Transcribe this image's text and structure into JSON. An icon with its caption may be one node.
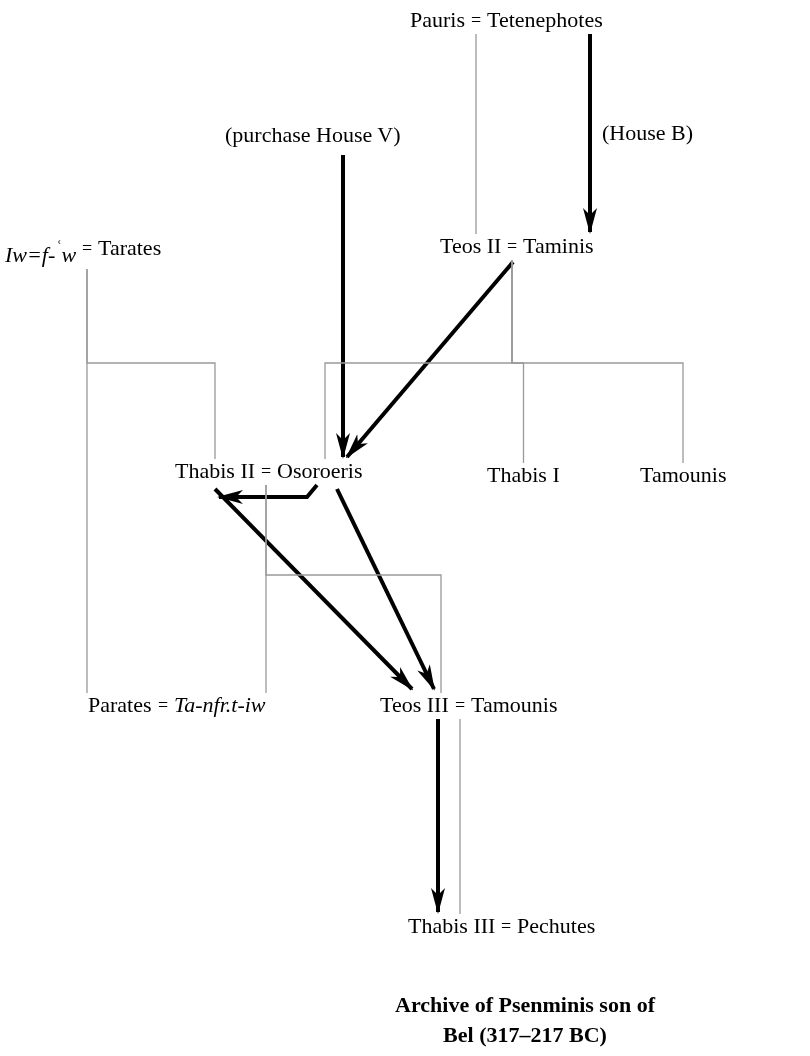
{
  "diagram": {
    "caption": "Archive of Psenminis son of Bel (317–217 BC)",
    "nodes": [
      {
        "text": [
          "Pauris"
        ]
      },
      {
        "text": [
          "Tetenephotes"
        ]
      },
      {
        "text": [
          "(purchase House V)"
        ]
      },
      {
        "text": [
          "Iw=f-$^{ʿ}$w"
        ]
      },
      {
        "text": [
          "Tarates"
        ]
      },
      {
        "text": [
          "Teos II"
        ]
      },
      {
        "text": [
          "Taminis"
        ]
      },
      {
        "text": [
          "Thabis II"
        ]
      },
      {
        "text": [
          "Osoroeris"
        ]
      },
      {
        "text": [
          "Thabis I"
        ]
      },
      {
        "text": [
          "Tamounis"
        ]
      },
      {
        "text": [
          "Parates"
        ]
      },
      {
        "text": [
          "Ta-nfr.t-iw"
        ]
      },
      {
        "text": [
          "Teos III"
        ]
      },
      {
        "text": [
          "Tamounis"
        ]
      },
      {
        "text": [
          "Thabis III"
        ]
      },
      {
        "text": [
          "Pechutes"
        ]
      }
    ],
    "edges": [
      {
        "from": 0,
        "to": 5,
        "arrow": "none"
      },
      {
        "from": 1,
        "to": 6,
        "arrow": "to",
        "label": "(House B)",
        "style": "thick",
        "color": "#000000"
      },
      {
        "from": 2,
        "to": 8,
        "arrow": "to",
        "style": "thick",
        "color": "#000000"
      },
      {
        "from": 3,
        "to": 7,
        "arrow": "none"
      },
      {
        "from": 3,
        "to": 11,
        "arrow": "none"
      },
      {
        "from": 6,
        "to": 8,
        "arrow": "to",
        "style": "thick",
        "color": "#000000"
      },
      {
        "from": 5,
        "to": 8,
        "arrow": "none"
      },
      {
        "from": 5,
        "to": 9,
        "arrow": "none"
      },
      {
        "from": 5,
        "to": 10,
        "arrow": "none"
      },
      {
        "from": 8,
        "to": 7,
        "arrow": "to",
        "style": "thick",
        "color": "#000000"
      },
      {
        "from": 7,
        "to": 13,
        "arrow": "to",
        "style": "thick",
        "color": "#000000"
      },
      {
        "from": 8,
        "to": 13,
        "arrow": "to",
        "style": "thick",
        "color": "#000000"
      },
      {
        "from": 7,
        "to": 12,
        "arrow": "none"
      },
      {
        "from": 7,
        "to": 13,
        "arrow": "none"
      },
      {
        "from": 13,
        "to": 15,
        "arrow": "to",
        "style": "thick",
        "color": "#000000"
      },
      {
        "from": 13,
        "to": 15,
        "arrow": "none"
      }
    ],
    "labels": [
      "=",
      "=",
      "=",
      "=",
      "=",
      "=",
      "="
    ]
  }
}
